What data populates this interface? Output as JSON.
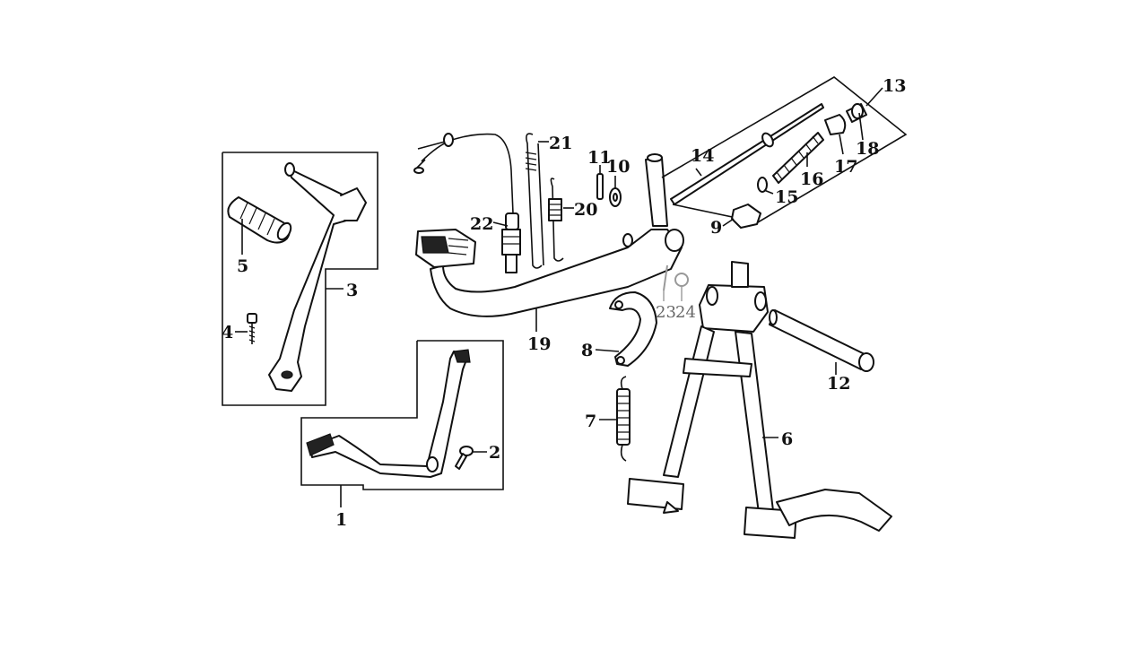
{
  "callouts": {
    "c1": "1",
    "c2": "2",
    "c3": "3",
    "c4": "4",
    "c5": "5",
    "c6": "6",
    "c7": "7",
    "c8": "8",
    "c9": "9",
    "c10": "10",
    "c11": "11",
    "c12": "12",
    "c13": "13",
    "c14": "14",
    "c15": "15",
    "c16": "16",
    "c17": "17",
    "c18": "18",
    "c19": "19",
    "c20": "20",
    "c21": "21",
    "c22": "22",
    "c23": "23",
    "c24": "24"
  },
  "colors": {
    "line": "#111111",
    "muted": "#666666",
    "background": "#ffffff"
  }
}
